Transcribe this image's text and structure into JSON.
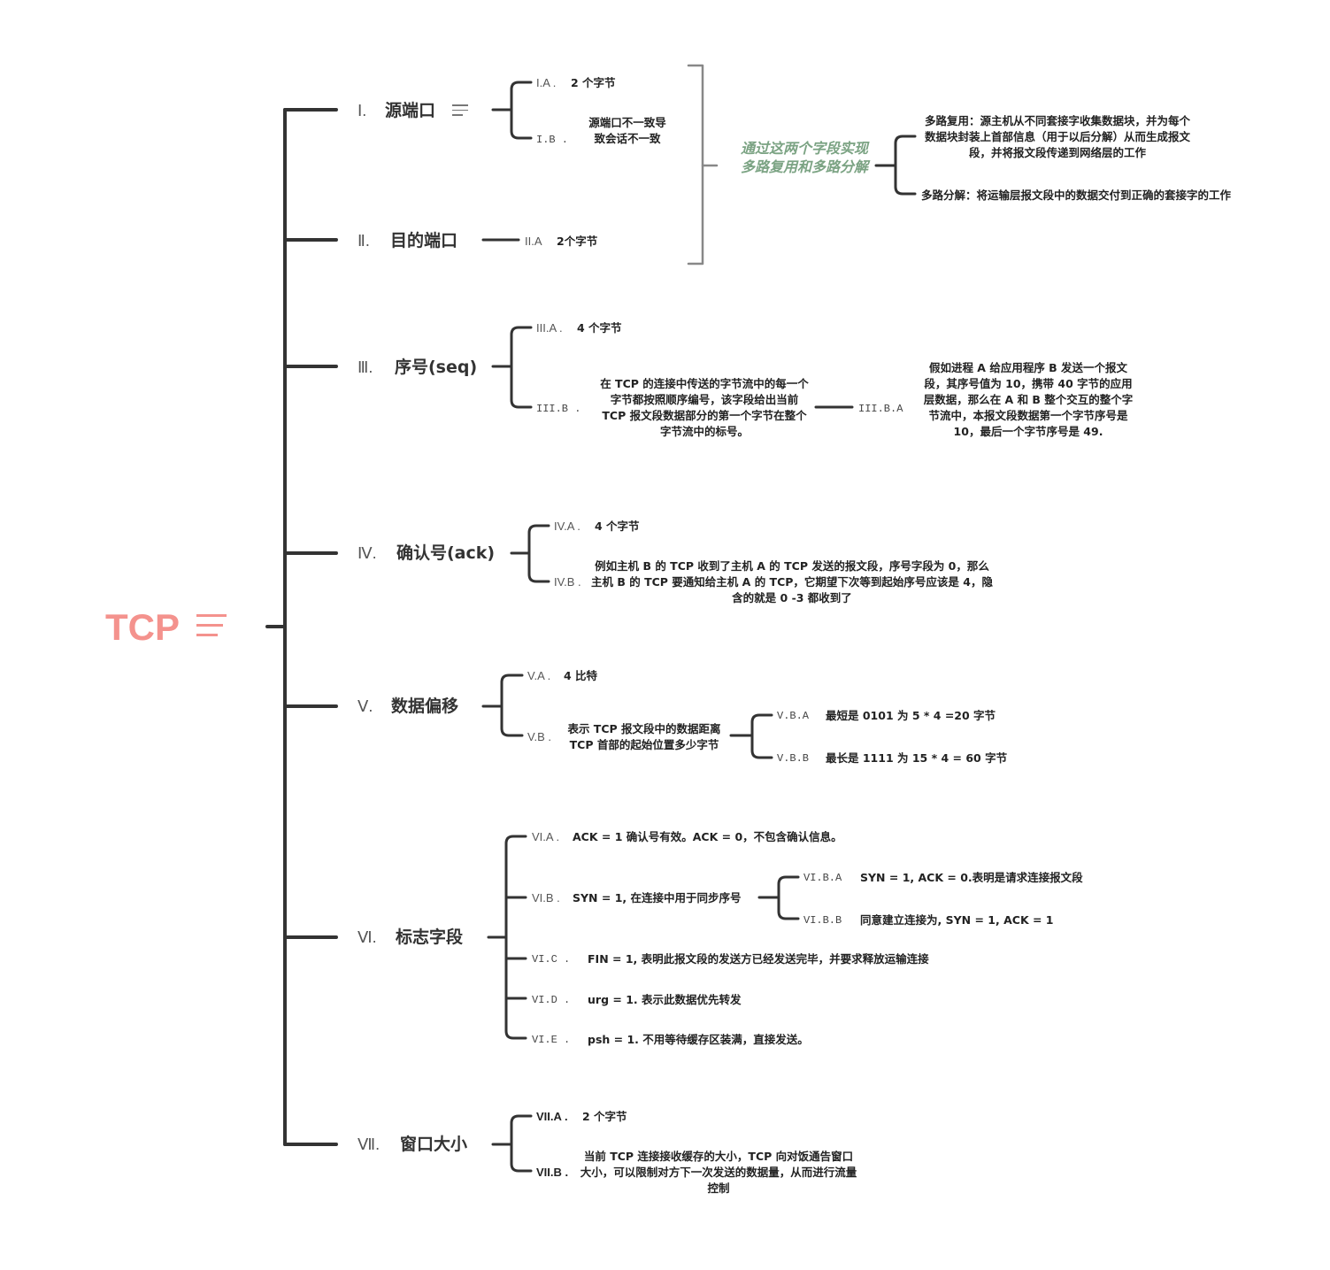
{
  "root": {
    "title": "TCP"
  },
  "colors": {
    "root": "#f4928d",
    "line": "#333333",
    "bracket": "#888888",
    "note": "#7ba383"
  },
  "sections": [
    {
      "num": "Ⅰ.",
      "title": "源端口",
      "items": [
        {
          "label": "I.A .",
          "text": "2 个字节"
        },
        {
          "label": "I.B .",
          "text": "源端口不一致导致会话不一致"
        }
      ]
    },
    {
      "num": "Ⅱ.",
      "title": "目的端口",
      "items": [
        {
          "label": "II.A",
          "text": "2个字节"
        }
      ]
    },
    {
      "num": "Ⅲ.",
      "title": "序号(seq)",
      "items": [
        {
          "label": "III.A .",
          "text": "4 个字节"
        },
        {
          "label": "III.B .",
          "text": "在 TCP 的连接中传送的字节流中的每一个字节都按照顺序编号，该字段给出当前 TCP 报文段数据部分的第一个字节在整个字节流中的标号。",
          "children": [
            {
              "label": "III.B.A",
              "text": "假如进程 A 给应用程序 B 发送一个报文段，其序号值为 10，携带 40 字节的应用层数据，那么在 A 和 B 整个交互的整个字节流中，本报文段数据第一个字节序号是 10，最后一个字节序号是 49."
            }
          ]
        }
      ]
    },
    {
      "num": "Ⅳ.",
      "title": "确认号(ack)",
      "items": [
        {
          "label": "IV.A .",
          "text": "4 个字节"
        },
        {
          "label": "IV.B .",
          "text": "例如主机 B 的 TCP 收到了主机 A 的 TCP 发送的报文段，序号字段为 0，那么主机 B 的 TCP 要通知给主机 A 的 TCP，它期望下次等到起始序号应该是 4，隐含的就是 0 -3 都收到了"
        }
      ]
    },
    {
      "num": "Ⅴ.",
      "title": "数据偏移",
      "items": [
        {
          "label": "V.A .",
          "text": "4 比特"
        },
        {
          "label": "V.B .",
          "text": "表示 TCP 报文段中的数据距离 TCP 首部的起始位置多少字节",
          "children": [
            {
              "label": "V.B.A",
              "text": "最短是 0101 为 5 * 4 =20 字节"
            },
            {
              "label": "V.B.B",
              "text": "最长是 1111 为 15 * 4 = 60 字节"
            }
          ]
        }
      ]
    },
    {
      "num": "Ⅵ.",
      "title": "标志字段",
      "items": [
        {
          "label": "VI.A .",
          "text": "ACK = 1 确认号有效。ACK = 0，不包含确认信息。"
        },
        {
          "label": "VI.B .",
          "text": "SYN = 1, 在连接中用于同步序号",
          "children": [
            {
              "label": "VI.B.A",
              "text": "SYN = 1, ACK = 0.表明是请求连接报文段"
            },
            {
              "label": "VI.B.B",
              "text": "同意建立连接为, SYN = 1, ACK = 1"
            }
          ]
        },
        {
          "label": "VI.C .",
          "text": "FIN = 1, 表明此报文段的发送方已经发送完毕，并要求释放运输连接"
        },
        {
          "label": "VI.D .",
          "text": "urg = 1. 表示此数据优先转发"
        },
        {
          "label": "VI.E .",
          "text": "psh = 1. 不用等待缓存区装满，直接发送。"
        }
      ]
    },
    {
      "num": "Ⅶ.",
      "title": "窗口大小",
      "items": [
        {
          "label": "VII.A .",
          "text": "2 个字节"
        },
        {
          "label": "VII.B .",
          "text": "当前 TCP 连接接收缓存的大小，TCP 向对饭通告窗口大小，可以限制对方下一次发送的数据量，从而进行流量控制"
        }
      ]
    }
  ],
  "summary": {
    "text": "通过这两个字段实现多路复用和多路分解",
    "children": [
      {
        "text": "多路复用：源主机从不同套接字收集数据块，并为每个数据块封装上首部信息（用于以后分解）从而生成报文段，并将报文段传递到网络层的工作"
      },
      {
        "text": "多路分解：将运输层报文段中的数据交付到正确的套接字的工作"
      }
    ]
  }
}
